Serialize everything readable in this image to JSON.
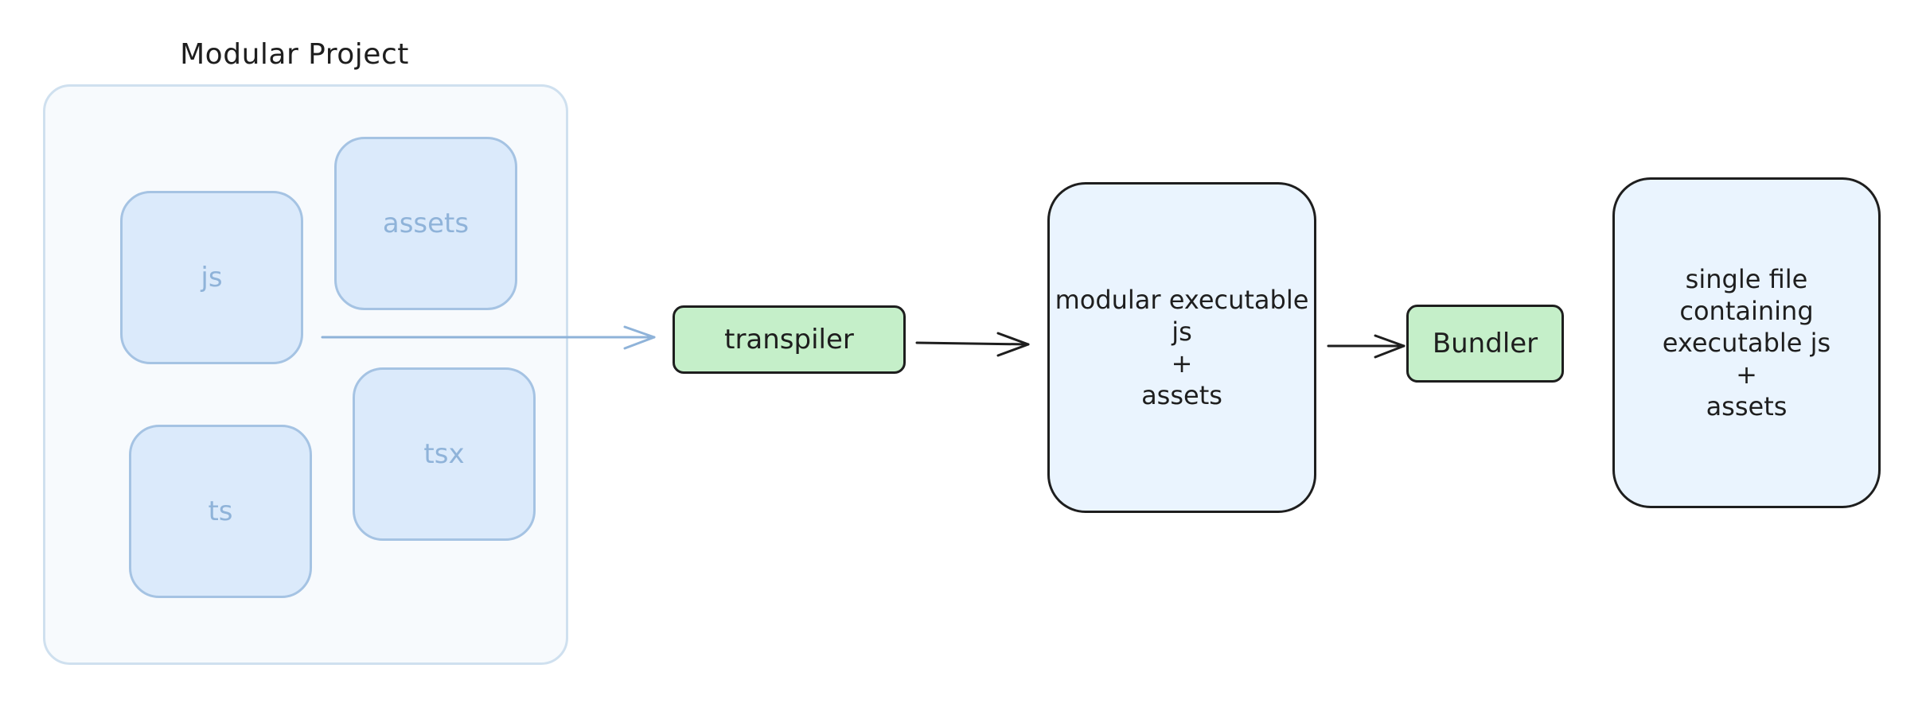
{
  "diagram": {
    "group": {
      "title": "Modular Project",
      "modules": {
        "js": "js",
        "assets": "assets",
        "tsx": "tsx",
        "ts": "ts"
      }
    },
    "transpiler": {
      "label": "transpiler"
    },
    "modular_output": {
      "lines": [
        "modular executable",
        "js",
        "+",
        "assets"
      ]
    },
    "bundler": {
      "label": "Bundler"
    },
    "single_output": {
      "lines": [
        "single file",
        "containing",
        "executable js",
        "+",
        "assets"
      ]
    }
  },
  "colors": {
    "group_stroke": "#cfe0ef",
    "group_fill": "#f7fafd",
    "module_stroke": "#a5c3e3",
    "module_fill": "#dbeafb",
    "module_text": "#8fb3d9",
    "process_fill": "#c5efc9",
    "output_fill": "#eaf4fe",
    "ink": "#1e1e1e"
  }
}
